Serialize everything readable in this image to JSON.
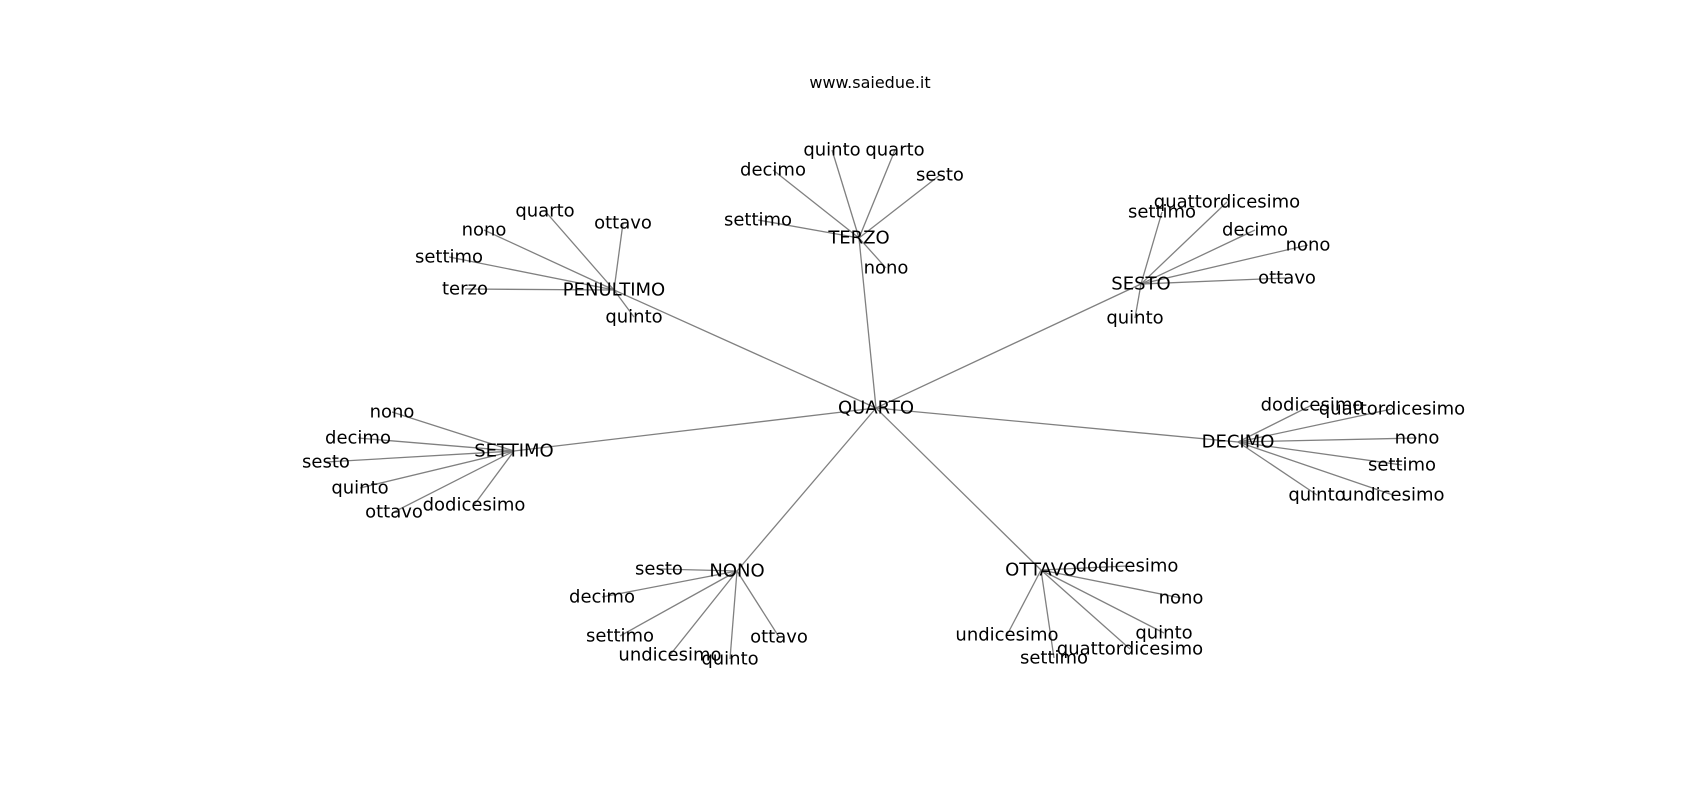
{
  "header": {
    "title": "www.saiedue.it"
  },
  "graph": {
    "root": "QUARTO",
    "hubs": [
      {
        "label": "TERZO",
        "children": [
          "quinto",
          "quarto",
          "decimo",
          "sesto",
          "settimo",
          "nono"
        ]
      },
      {
        "label": "PENULTIMO",
        "children": [
          "quarto",
          "nono",
          "ottavo",
          "settimo",
          "terzo",
          "quinto"
        ]
      },
      {
        "label": "SESTO",
        "children": [
          "quattordicesimo",
          "settimo",
          "decimo",
          "nono",
          "ottavo",
          "quinto"
        ]
      },
      {
        "label": "SETTIMO",
        "children": [
          "nono",
          "decimo",
          "sesto",
          "quinto",
          "ottavo",
          "dodicesimo"
        ]
      },
      {
        "label": "DECIMO",
        "children": [
          "dodicesimo",
          "quattordicesimo",
          "nono",
          "settimo",
          "quinto",
          "undicesimo"
        ]
      },
      {
        "label": "NONO",
        "children": [
          "sesto",
          "decimo",
          "settimo",
          "undicesimo",
          "quinto",
          "ottavo"
        ]
      },
      {
        "label": "OTTAVO",
        "children": [
          "dodicesimo",
          "nono",
          "undicesimo",
          "quinto",
          "quattordicesimo",
          "settimo"
        ]
      }
    ]
  }
}
